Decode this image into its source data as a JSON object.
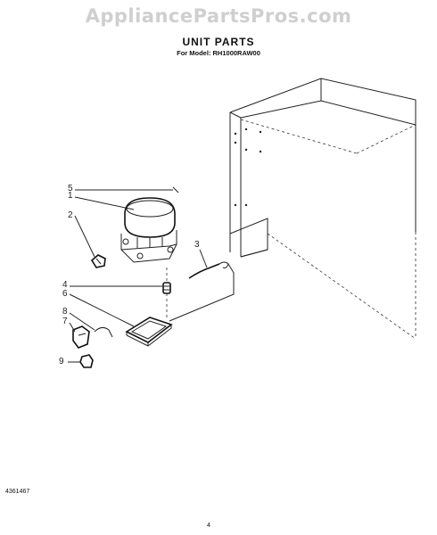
{
  "watermark": "AppliancePartsPros.com",
  "title": "UNIT PARTS",
  "subtitle": "For Model: RH1000RAW00",
  "callouts": {
    "c5": "5",
    "c1": "1",
    "c2": "2",
    "c3": "3",
    "c4": "4",
    "c6": "6",
    "c8": "8",
    "c7": "7",
    "c9": "9"
  },
  "footer": {
    "code": "4361467",
    "page": "4"
  }
}
